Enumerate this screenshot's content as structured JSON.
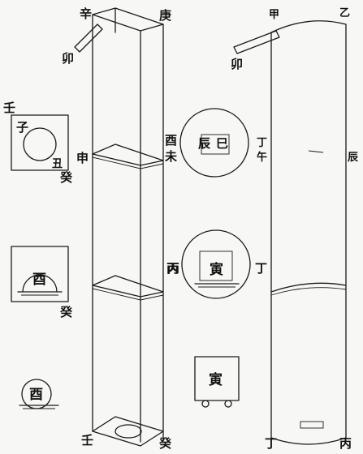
{
  "square_prism": {
    "top_left": "辛",
    "top_right": "庚",
    "rod": "卯",
    "joint1_left": "申",
    "joint1_right_a": "酉",
    "joint1_right_b": "未",
    "joint2_right": "丙",
    "bottom_left": "壬",
    "bottom_right": "癸"
  },
  "cylinder": {
    "top_left": "甲",
    "top_right": "乙",
    "rod": "卯",
    "mid_left_a": "丁",
    "mid_left_b": "午",
    "mid_right": "辰",
    "bottom_left": "丁",
    "bottom_right": "丙"
  },
  "left_figures": {
    "fig1_corner": "壬",
    "fig1_inner": "子",
    "fig1_bottom_right_a": "丑",
    "fig1_bottom_right_b": "癸",
    "fig2_inner": "酉",
    "fig2_corner": "癸",
    "fig3_inner": "酉"
  },
  "middle_figures": {
    "circle1_inner_a": "辰",
    "circle1_inner_b": "巳",
    "circle2_inner": "寅",
    "circle2_left": "丙",
    "circle2_right": "丁",
    "cart_inner": "寅"
  }
}
